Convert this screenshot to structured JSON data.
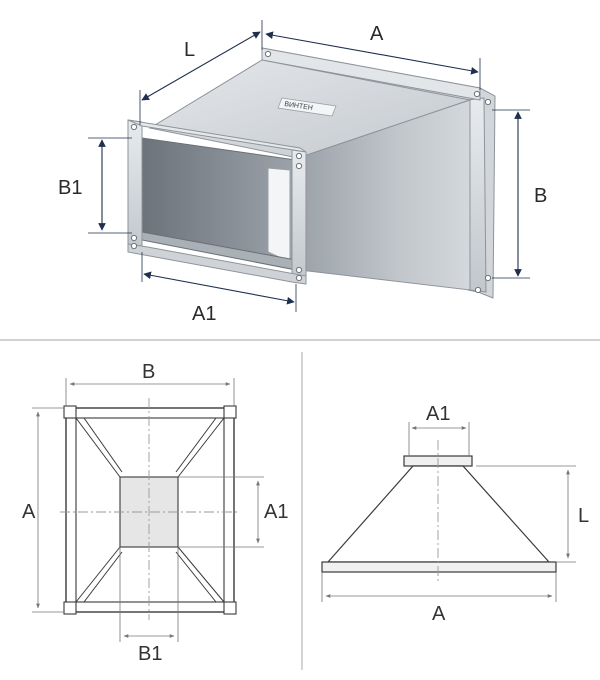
{
  "iso_view": {
    "labels": {
      "L": "L",
      "A": "A",
      "B": "B",
      "B1": "B1",
      "A1": "A1"
    },
    "logo": {
      "text": "ВИНТЕН"
    }
  },
  "top_view": {
    "labels": {
      "B": "B",
      "A": "A",
      "A1": "A1",
      "B1": "B1"
    }
  },
  "side_view": {
    "labels": {
      "A1": "A1",
      "L": "L",
      "A": "A"
    }
  },
  "colors": {
    "dimension_line": "#1f2f4f",
    "drawing_line": "#3a3a3a",
    "thin_line": "#9a9a9a",
    "separator": "#b8b8b8",
    "metal_light": "#d9dde1",
    "metal_mid": "#b9bfc5",
    "metal_dark": "#8f969d",
    "inner_shadow": "#6f767d",
    "outlet_fill": "#e6e6e6"
  }
}
